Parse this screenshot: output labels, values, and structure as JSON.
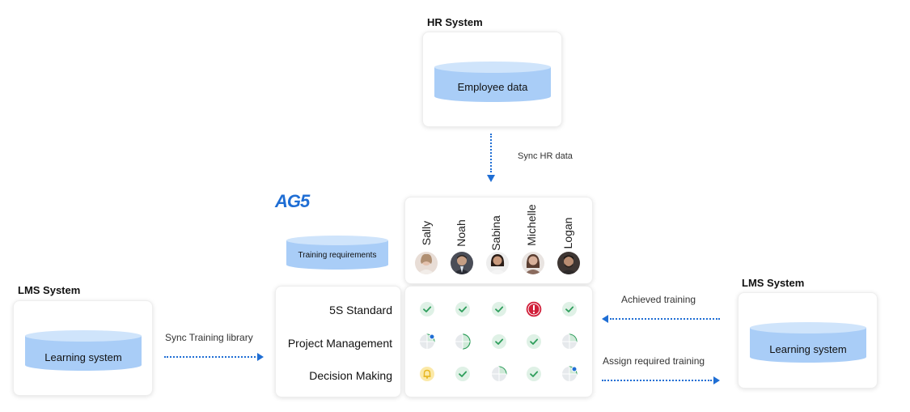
{
  "hr": {
    "title": "HR System",
    "db_label": "Employee data"
  },
  "sync_hr_label": "Sync HR data",
  "brand": "AG5",
  "ag5_db_label": "Training requirements",
  "lms_left": {
    "title": "LMS System",
    "db_label": "Learning system"
  },
  "lms_right": {
    "title": "LMS System",
    "db_label": "Learning system"
  },
  "sync_library_label": "Sync Training library",
  "achieved_label": "Achieved training",
  "assign_label": "Assign  required training",
  "people": [
    {
      "name": "Sally",
      "avatar_color": "#c9a48e"
    },
    {
      "name": "Noah",
      "avatar_color": "#3b3b45"
    },
    {
      "name": "Sabina",
      "avatar_color": "#6b4a3a"
    },
    {
      "name": "Michelle",
      "avatar_color": "#8a6b5e"
    },
    {
      "name": "Logan",
      "avatar_color": "#4a3b33"
    }
  ],
  "skills": [
    "5S Standard",
    "Project Management",
    "Decision Making"
  ],
  "status_grid": [
    [
      "check",
      "check",
      "check",
      "alert",
      "check"
    ],
    [
      "quarter-dot",
      "half",
      "check",
      "check",
      "quarter"
    ],
    [
      "bell",
      "check",
      "quarter",
      "check",
      "quarter-dot"
    ]
  ],
  "colors": {
    "accent": "#1f6ed4",
    "check": "#2f9e5c",
    "alert": "#d11f3a",
    "bell": "#e7b620",
    "db": "#a9cdf7"
  }
}
